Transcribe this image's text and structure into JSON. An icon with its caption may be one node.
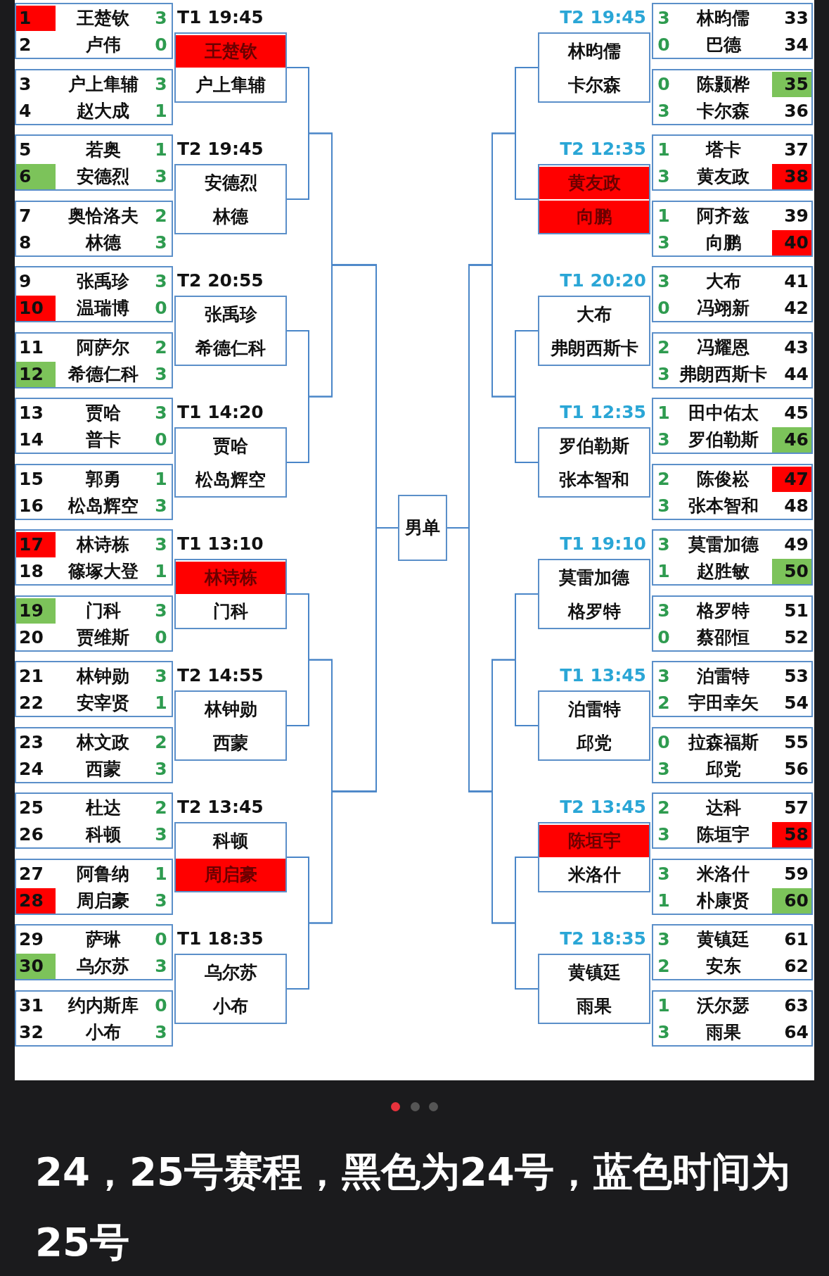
{
  "diagram": {
    "caption": "24，25号赛程，黑色为24号，蓝色时间为25号",
    "nodes": [
      {
        "text": [
          "1",
          "王楚钦",
          "3",
          "2",
          "卢伟",
          "0"
        ]
      },
      {
        "text": [
          "3",
          "户上隼辅",
          "3",
          "4",
          "赵大成",
          "1"
        ]
      },
      {
        "text": [
          "T1 19:45",
          "王楚钦",
          "户上隼辅"
        ]
      },
      {
        "text": [
          "5",
          "若奥",
          "1",
          "6",
          "安德烈",
          "3"
        ]
      },
      {
        "text": [
          "7",
          "奥恰洛夫",
          "2",
          "8",
          "林德",
          "3"
        ]
      },
      {
        "text": [
          "T2 19:45",
          "安德烈",
          "林德"
        ]
      },
      {
        "text": [
          "9",
          "张禹珍",
          "3",
          "10",
          "温瑞博",
          "0"
        ]
      },
      {
        "text": [
          "11",
          "阿萨尔",
          "2",
          "12",
          "希德仁科",
          "3"
        ]
      },
      {
        "text": [
          "T2 20:55",
          "张禹珍",
          "希德仁科"
        ]
      },
      {
        "text": [
          "13",
          "贾哈",
          "3",
          "14",
          "普卡",
          "0"
        ]
      },
      {
        "text": [
          "15",
          "郭勇",
          "1",
          "16",
          "松岛辉空",
          "3"
        ]
      },
      {
        "text": [
          "T1 14:20",
          "贾哈",
          "松岛辉空"
        ]
      },
      {
        "text": [
          "17",
          "林诗栋",
          "3",
          "18",
          "篠塚大登",
          "1"
        ]
      },
      {
        "text": [
          "19",
          "门科",
          "3",
          "20",
          "贾维斯",
          "0"
        ]
      },
      {
        "text": [
          "T1 13:10",
          "林诗栋",
          "门科"
        ]
      },
      {
        "text": [
          "21",
          "林钟勋",
          "3",
          "22",
          "安宰贤",
          "1"
        ]
      },
      {
        "text": [
          "23",
          "林文政",
          "2",
          "24",
          "西蒙",
          "3"
        ]
      },
      {
        "text": [
          "T2 14:55",
          "林钟勋",
          "西蒙"
        ]
      },
      {
        "text": [
          "25",
          "杜达",
          "2",
          "26",
          "科顿",
          "3"
        ]
      },
      {
        "text": [
          "27",
          "阿鲁纳",
          "1",
          "28",
          "周启豪",
          "3"
        ]
      },
      {
        "text": [
          "T2 13:45",
          "科顿",
          "周启豪"
        ]
      },
      {
        "text": [
          "29",
          "萨琳",
          "0",
          "30",
          "乌尔苏",
          "3"
        ]
      },
      {
        "text": [
          "31",
          "约内斯库",
          "0",
          "32",
          "小布",
          "3"
        ]
      },
      {
        "text": [
          "T1 18:35",
          "乌尔苏",
          "小布"
        ]
      },
      {
        "text": [
          "男单"
        ]
      },
      {
        "text": [
          "3",
          "林昀儒",
          "33",
          "0",
          "巴德",
          "34"
        ]
      },
      {
        "text": [
          "0",
          "陈颢桦",
          "35",
          "3",
          "卡尔森",
          "36"
        ]
      },
      {
        "text": [
          "T2 19:45",
          "林昀儒",
          "卡尔森"
        ]
      },
      {
        "text": [
          "1",
          "塔卡",
          "37",
          "3",
          "黄友政",
          "38"
        ]
      },
      {
        "text": [
          "1",
          "阿齐兹",
          "39",
          "3",
          "向鹏",
          "40"
        ]
      },
      {
        "text": [
          "T2 12:35",
          "黄友政",
          "向鹏"
        ]
      },
      {
        "text": [
          "3",
          "大布",
          "41",
          "0",
          "冯翊新",
          "42"
        ]
      },
      {
        "text": [
          "2",
          "冯耀恩",
          "43",
          "3",
          "弗朗西斯卡",
          "44"
        ]
      },
      {
        "text": [
          "T1 20:20",
          "大布",
          "弗朗西斯卡"
        ]
      },
      {
        "text": [
          "1",
          "田中佑太",
          "45",
          "3",
          "罗伯勒斯",
          "46"
        ]
      },
      {
        "text": [
          "2",
          "陈俊崧",
          "47",
          "3",
          "张本智和",
          "48"
        ]
      },
      {
        "text": [
          "T1 12:35",
          "罗伯勒斯",
          "张本智和"
        ]
      },
      {
        "text": [
          "3",
          "莫雷加德",
          "49",
          "1",
          "赵胜敏",
          "50"
        ]
      },
      {
        "text": [
          "3",
          "格罗特",
          "51",
          "0",
          "蔡邵恒",
          "52"
        ]
      },
      {
        "text": [
          "T1 19:10",
          "莫雷加德",
          "格罗特"
        ]
      },
      {
        "text": [
          "3",
          "泊雷特",
          "53",
          "2",
          "宇田幸矢",
          "54"
        ]
      },
      {
        "text": [
          "0",
          "拉森福斯",
          "55",
          "3",
          "邱党",
          "56"
        ]
      },
      {
        "text": [
          "T1 13:45",
          "泊雷特",
          "邱党"
        ]
      },
      {
        "text": [
          "2",
          "达科",
          "57",
          "3",
          "陈垣宇",
          "58"
        ]
      },
      {
        "text": [
          "3",
          "米洛什",
          "59",
          "1",
          "朴康贤",
          "60"
        ]
      },
      {
        "text": [
          "T2 13:45",
          "陈垣宇",
          "米洛什"
        ]
      },
      {
        "text": [
          "3",
          "黄镇廷",
          "61",
          "2",
          "安东",
          "62"
        ]
      },
      {
        "text": [
          "1",
          "沃尔瑟",
          "63",
          "3",
          "雨果",
          "64"
        ]
      },
      {
        "text": [
          "T2 18:35",
          "黄镇廷",
          "雨果"
        ]
      }
    ],
    "edges": [
      {
        "from": 2,
        "to": 24,
        "arrow": "none"
      },
      {
        "from": 5,
        "to": 24,
        "arrow": "none"
      },
      {
        "from": 8,
        "to": 24,
        "arrow": "none"
      },
      {
        "from": 11,
        "to": 24,
        "arrow": "none"
      },
      {
        "from": 14,
        "to": 24,
        "arrow": "none"
      },
      {
        "from": 17,
        "to": 24,
        "arrow": "none"
      },
      {
        "from": 20,
        "to": 24,
        "arrow": "none"
      },
      {
        "from": 23,
        "to": 24,
        "arrow": "none"
      },
      {
        "from": 27,
        "to": 24,
        "arrow": "none"
      },
      {
        "from": 30,
        "to": 24,
        "arrow": "none"
      },
      {
        "from": 33,
        "to": 24,
        "arrow": "none"
      },
      {
        "from": 36,
        "to": 24,
        "arrow": "none"
      },
      {
        "from": 39,
        "to": 24,
        "arrow": "none"
      },
      {
        "from": 42,
        "to": 24,
        "arrow": "none"
      },
      {
        "from": 45,
        "to": 24,
        "arrow": "none"
      },
      {
        "from": 48,
        "to": 24,
        "arrow": "none"
      }
    ]
  }
}
